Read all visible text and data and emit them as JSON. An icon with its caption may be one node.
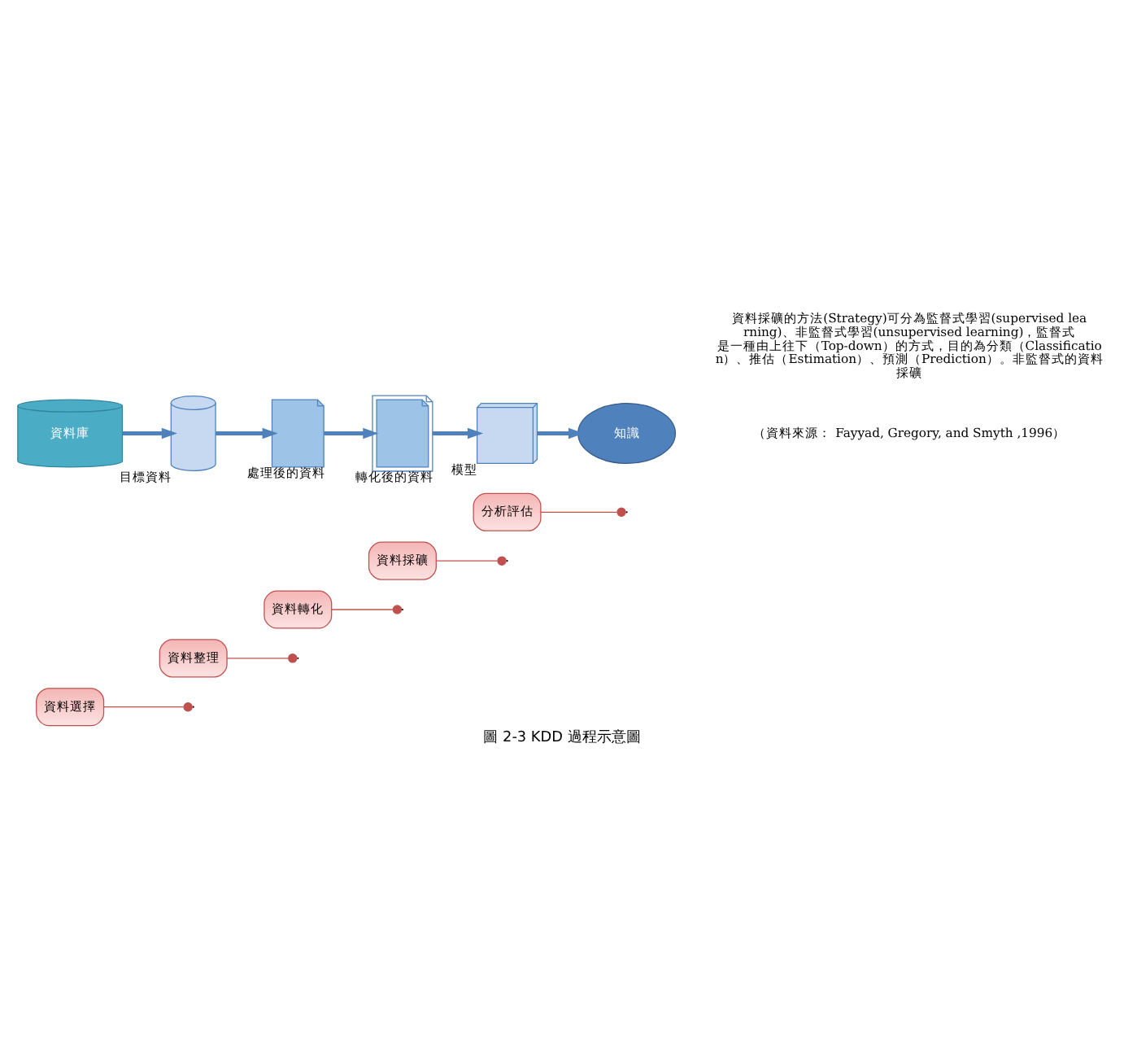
{
  "diagram": {
    "caption": "圖 2-3 KDD 過程示意圖",
    "nodes": [
      {
        "text": [
          "資料選擇"
        ]
      },
      {
        "text": [
          "資料整理"
        ]
      },
      {
        "text": [
          "資料轉化"
        ]
      },
      {
        "text": [
          "資料採礦"
        ]
      },
      {
        "text": [
          "分析評估"
        ]
      },
      {
        "text": [
          "資料庫"
        ]
      },
      {
        "text": [],
        "shape": "cylinder",
        "beside": [
          "目標資料"
        ]
      },
      {
        "text": [],
        "shape": "document",
        "beside": [
          "處理後的資料"
        ]
      },
      {
        "text": [],
        "shape": "document",
        "beside": [
          "轉化後的資料"
        ]
      },
      {
        "text": [],
        "shape": "box",
        "beside": [
          "模型"
        ]
      },
      {
        "text": [
          "知識"
        ]
      }
    ],
    "edges": [
      {
        "from": 5,
        "to": 6,
        "arrow": "to",
        "style": "thick"
      },
      {
        "from": 6,
        "to": 7,
        "arrow": "to",
        "style": "thick"
      },
      {
        "from": 7,
        "to": 8,
        "arrow": "to",
        "style": "thick"
      },
      {
        "from": 8,
        "to": 9,
        "arrow": "to",
        "style": "thick"
      },
      {
        "from": 9,
        "to": 10,
        "arrow": "to",
        "style": "thick"
      },
      {
        "from": 0,
        "to": null,
        "arrow": "other",
        "color": "#c0504d"
      },
      {
        "from": 1,
        "to": null,
        "arrow": "other",
        "color": "#c0504d"
      },
      {
        "from": 2,
        "to": null,
        "arrow": "other",
        "color": "#c0504d"
      },
      {
        "from": 3,
        "to": null,
        "arrow": "other",
        "color": "#c0504d"
      },
      {
        "from": 4,
        "to": null,
        "arrow": "other",
        "color": "#c0504d"
      }
    ],
    "labels": [
      "（資料來源： Fayyad, Gregory, and Smyth ,1996）",
      "資料採礦的方法(Strategy)可分為監督式學習(supervised learning)、非監督式學習(unsupervised learning)，監督式是一種由上往下（Top-down）的方式，目的為分類（Classification）、推估（Estimation）、預測（Prediction）。非監督式的資料採礦"
    ]
  }
}
